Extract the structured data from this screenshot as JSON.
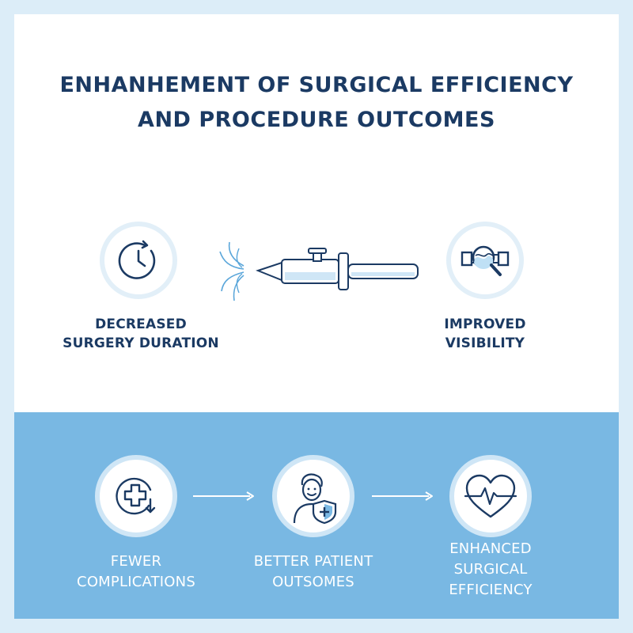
{
  "title": {
    "line1": "ENHANHEMENT OF SURGICAL EFFICIENCY",
    "line2": "AND PROCEDURE OUTCOMES"
  },
  "top_items": [
    {
      "line1": "DECREASED",
      "line2": "SURGERY DURATION",
      "icon": "clock-icon"
    },
    {
      "line1": "IMPROVED",
      "line2": "VISIBILITY",
      "icon": "magnifier-icon"
    }
  ],
  "center_device": {
    "icon": "irrigation-device-icon"
  },
  "bottom_items": [
    {
      "line1": "FEWER",
      "line2": "COMPLICATIONS",
      "line3": "",
      "icon": "medical-cross-icon"
    },
    {
      "line1": "BETTER PATIENT",
      "line2": "OUTSOMES",
      "line3": "",
      "icon": "patient-shield-icon"
    },
    {
      "line1": "ENHANCED",
      "line2": "SURGICAL",
      "line3": "EFFICIENCY",
      "icon": "heart-pulse-icon"
    }
  ],
  "colors": {
    "navy": "#1b3a63",
    "band_blue": "#79b8e3",
    "light_blue": "#dcedf8",
    "ring": "#e2eff8"
  }
}
